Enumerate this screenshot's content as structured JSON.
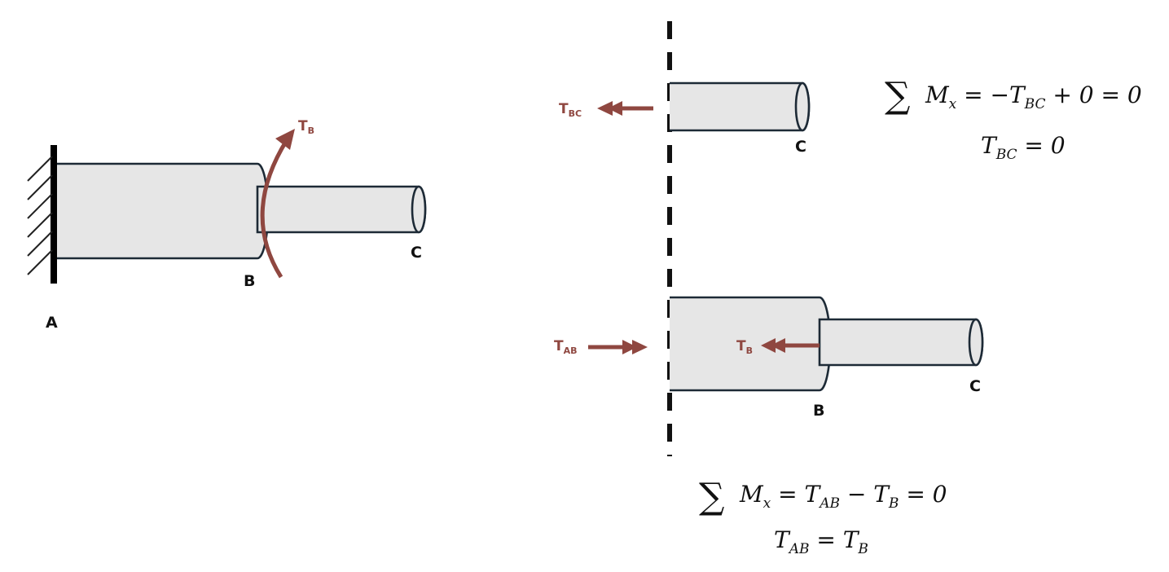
{
  "labels": {
    "a": "A",
    "b": "B",
    "c": "C",
    "c_top": "C",
    "b_lower": "B",
    "c_lower": "C"
  },
  "torques": {
    "tb_main": "T",
    "tb_sub": "B",
    "tbc_main": "T",
    "tbc_sub": "BC",
    "tab_main": "T",
    "tab_sub": "AB",
    "tb2_main": "T",
    "tb2_sub": "B"
  },
  "equations": {
    "top_sum": {
      "lhs_var": "M",
      "lhs_sub": "x",
      "rhs_1": " = −T",
      "rhs_1_sub": "BC",
      "rhs_2": " + 0 = 0"
    },
    "top_result": {
      "var": "T",
      "sub": "BC",
      "rhs": " = 0"
    },
    "bottom_sum": {
      "lhs_var": "M",
      "lhs_sub": "x",
      "rhs_1": " = T",
      "rhs_1_sub": "AB",
      "rhs_2": " − T",
      "rhs_2_sub": "B",
      "rhs_3": " = 0"
    },
    "bottom_result": {
      "var": "T",
      "sub": "AB",
      "rhs": " = T",
      "rhs_sub": "B"
    }
  },
  "colors": {
    "torque": "#8f4740",
    "shaft_fill": "#e6e6e6",
    "outline": "#1d2a36"
  }
}
